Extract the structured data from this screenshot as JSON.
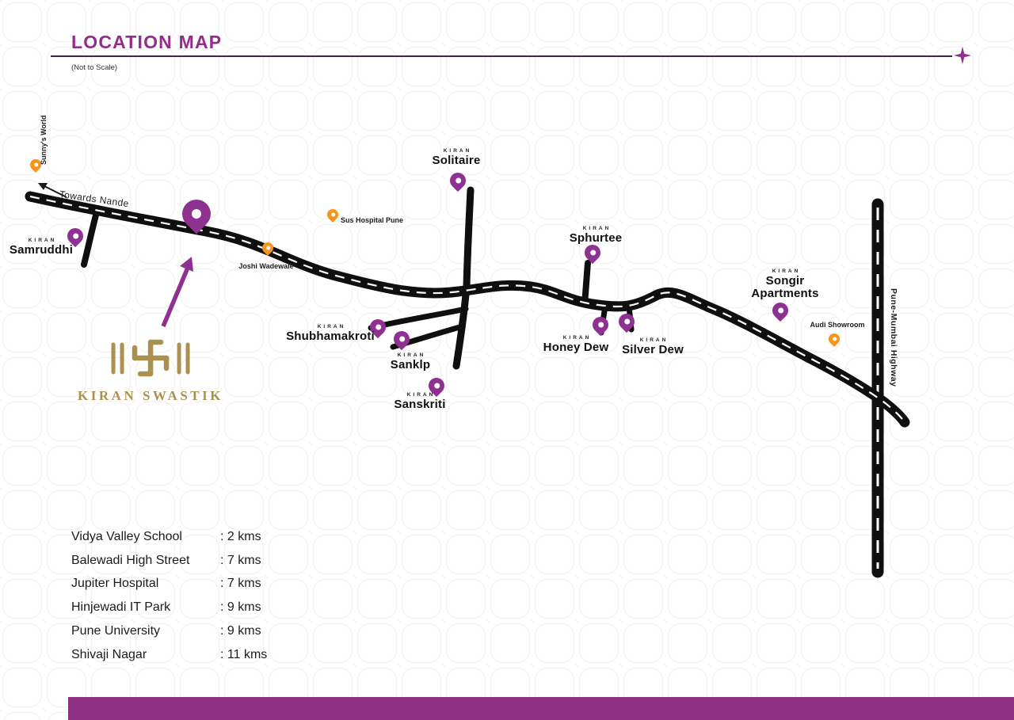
{
  "header": {
    "title": "LOCATION MAP",
    "subtitle": "(Not to Scale)"
  },
  "map": {
    "towards_label": "Towards Nande",
    "highway_label": "Pune-Mumbai Highway",
    "brand_small": "KIRAN",
    "logo": {
      "title": "KIRAN SWASTIK"
    },
    "kiran_pins": [
      {
        "name": "Samruddhi"
      },
      {
        "name": "Solitaire"
      },
      {
        "name": "Sphurtee"
      },
      {
        "name": "Songir Apartments"
      },
      {
        "name": "Shubhamakroti"
      },
      {
        "name": "Sanklp"
      },
      {
        "name": "Sanskriti"
      },
      {
        "name": "Honey Dew"
      },
      {
        "name": "Silver Dew"
      }
    ],
    "poi_pins": [
      {
        "name": "Sunny's World"
      },
      {
        "name": "Sus Hospital Pune"
      },
      {
        "name": "Joshi Wadewale"
      },
      {
        "name": "Audi Showroom"
      }
    ]
  },
  "distances": {
    "items": [
      {
        "place": "Vidya Valley School",
        "value": ": 2 kms"
      },
      {
        "place": "Balewadi High Street",
        "value": ": 7 kms"
      },
      {
        "place": "Jupiter Hospital",
        "value": ": 7 kms"
      },
      {
        "place": "Hinjewadi IT Park",
        "value": ": 9 kms"
      },
      {
        "place": "Pune University",
        "value": ": 9 kms"
      },
      {
        "place": "Shivaji Nagar",
        "value": ": 11 kms"
      }
    ]
  },
  "colors": {
    "accent_purple": "#942c8a",
    "pin_purple": "#8e3190",
    "pin_orange": "#f7941e",
    "logo_gold": "#ab9150",
    "road_black": "#0f0f0f",
    "footer_purple": "#8e3185"
  }
}
